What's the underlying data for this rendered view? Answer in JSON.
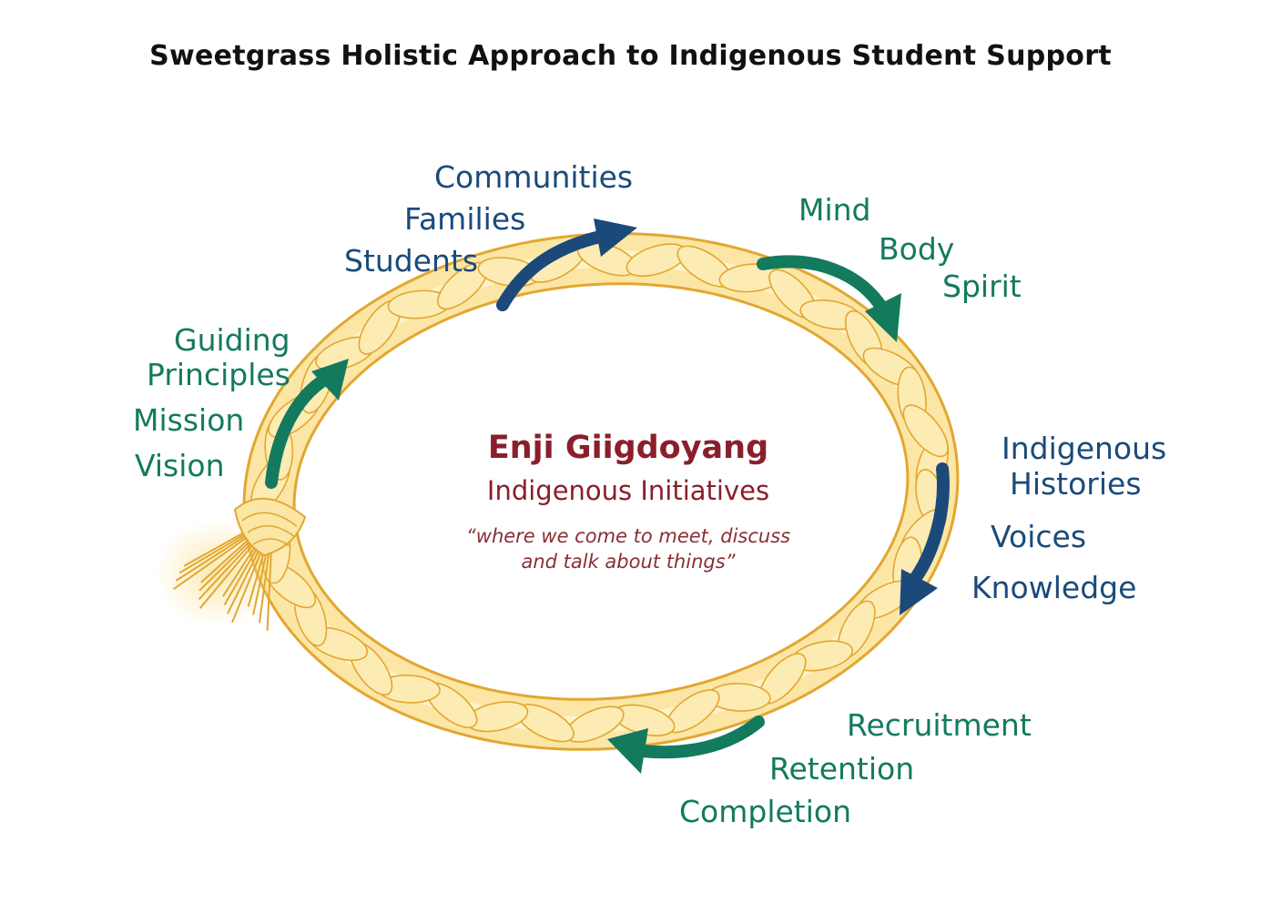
{
  "title": "Sweetgrass Holistic Approach to Indigenous Student Support",
  "center": {
    "name": "Enji Giigdoyang",
    "subtitle": "Indigenous Initiatives",
    "quote_line1": "“where we come to meet, discuss",
    "quote_line2": "and talk about things”"
  },
  "groups": {
    "guiding": {
      "lines": [
        "Guiding",
        "Principles",
        "Mission",
        "Vision"
      ],
      "color": "#137a5e"
    },
    "people": {
      "lines": [
        "Communities",
        "Families",
        "Students"
      ],
      "color": "#1b4a7a"
    },
    "wellness": {
      "lines": [
        "Mind",
        "Body",
        "Spirit"
      ],
      "color": "#137a5e"
    },
    "knowledge": {
      "lines": [
        "Indigenous",
        "Histories",
        "Voices",
        "Knowledge"
      ],
      "color": "#1b4a7a"
    },
    "success": {
      "lines": [
        "Recruitment",
        "Retention",
        "Completion"
      ],
      "color": "#137a5e"
    }
  },
  "colors": {
    "braid_fill": "#fbe6a6",
    "braid_outline": "#e2a72f",
    "arrow_green": "#137a5e",
    "arrow_blue": "#1b4a7a",
    "center_text": "#8a1f2b"
  }
}
